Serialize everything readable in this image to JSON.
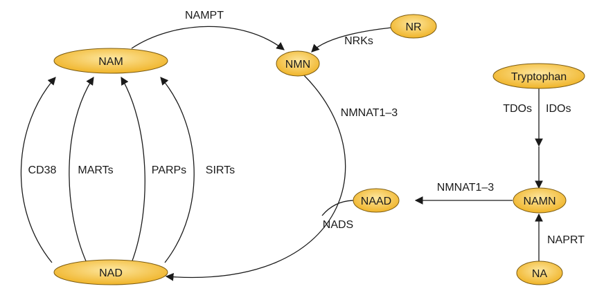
{
  "nodes": {
    "nam": "NAM",
    "nmn": "NMN",
    "nr": "NR",
    "nad": "NAD",
    "naad": "NAAD",
    "namn": "NAMN",
    "na": "NA",
    "tryptophan": "Tryptophan"
  },
  "edges": {
    "nampt": "NAMPT",
    "nrks": "NRKs",
    "nmnat_top": "NMNAT1–3",
    "nmnat_right": "NMNAT1–3",
    "nads": "NADS",
    "tdos": "TDOs",
    "idos": "IDOs",
    "naprt": "NAPRT",
    "cd38": "CD38",
    "marts": "MARTs",
    "parps": "PARPs",
    "sirts": "SIRTs"
  },
  "colors": {
    "node_fill_light": "#fde7a0",
    "node_fill_dark": "#f0b429",
    "line": "#1a1a1a"
  }
}
